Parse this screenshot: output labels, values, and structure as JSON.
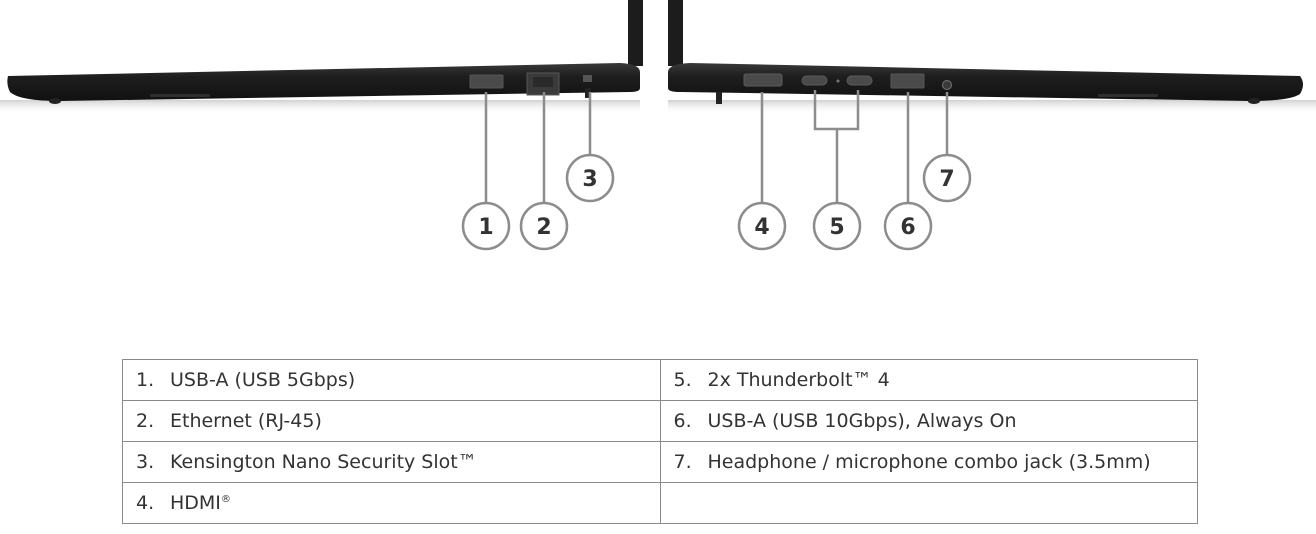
{
  "callouts": [
    "1",
    "2",
    "3",
    "4",
    "5",
    "6",
    "7"
  ],
  "ports": [
    {
      "num": "1.",
      "label": "USB-A (USB 5Gbps)"
    },
    {
      "num": "2.",
      "label": "Ethernet (RJ-45)"
    },
    {
      "num": "3.",
      "label": "Kensington Nano Security Slot™"
    },
    {
      "num": "4.",
      "label": "HDMI",
      "mark": "®"
    },
    {
      "num": "5.",
      "label": "2x Thunderbolt™ 4"
    },
    {
      "num": "6.",
      "label": "USB-A (USB 10Gbps), Always On"
    },
    {
      "num": "7.",
      "label": "Headphone / microphone combo jack (3.5mm)"
    }
  ],
  "colors": {
    "laptop": "#1c1c1c",
    "callout_line": "#8c8c8c",
    "text": "#333333",
    "table_border": "#8a8a8a"
  }
}
